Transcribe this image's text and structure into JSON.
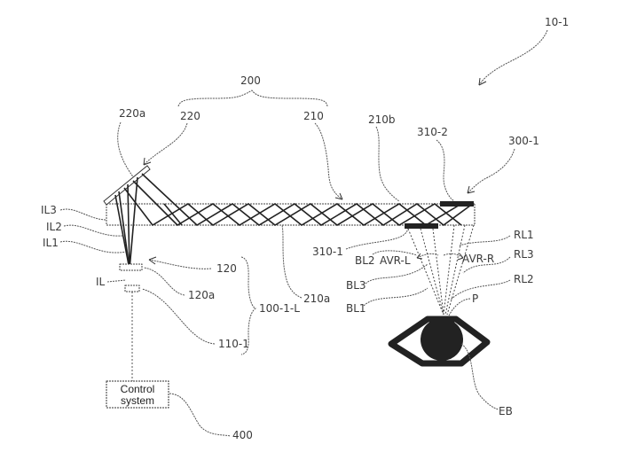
{
  "figure": {
    "reference_label": "10-1",
    "system_label": "300-1",
    "light_guide_assembly_label": "200",
    "waveguide_label": "210",
    "waveguide_surface_top_label": "210b",
    "waveguide_surface_bottom_label": "210a",
    "reflector_label": "220",
    "reflector_surface_label": "220a",
    "out_coupler_top_label": "310-2",
    "out_coupler_bottom_label": "310-1",
    "projector_group_label": "100-1-L",
    "lens_label": "120",
    "lens_surface_label": "120a",
    "light_source_label": "110-1",
    "image_light_label": "IL",
    "image_light_rays": [
      "IL3",
      "IL2",
      "IL1"
    ],
    "left_rays": [
      "BL2",
      "BL3",
      "BL1"
    ],
    "right_rays": [
      "RL1",
      "RL3",
      "RL2"
    ],
    "angle_left_label": "AVR-L",
    "angle_right_label": "AVR-R",
    "pupil_label": "P",
    "eyeball_label": "EB",
    "control_box_line1": "Control",
    "control_box_line2": "system",
    "control_label": "400"
  }
}
